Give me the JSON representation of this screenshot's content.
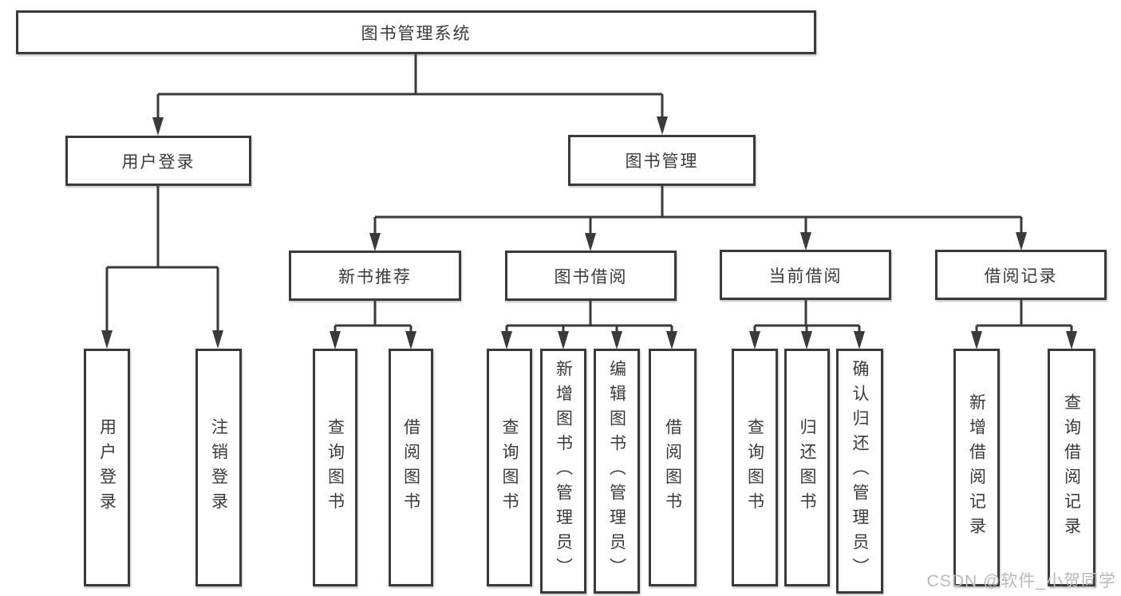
{
  "tree": {
    "label": "图书管理系统",
    "children": [
      {
        "label": "用户登录",
        "children": [
          {
            "label": "用户登录"
          },
          {
            "label": "注销登录"
          }
        ]
      },
      {
        "label": "图书管理",
        "children": [
          {
            "label": "新书推荐",
            "children": [
              {
                "label": "查询图书"
              },
              {
                "label": "借阅图书"
              }
            ]
          },
          {
            "label": "图书借阅",
            "children": [
              {
                "label": "查询图书"
              },
              {
                "label": "新增图书（管理员）"
              },
              {
                "label": "编辑图书（管理员）"
              },
              {
                "label": "借阅图书"
              }
            ]
          },
          {
            "label": "当前借阅",
            "children": [
              {
                "label": "查询图书"
              },
              {
                "label": "归还图书"
              },
              {
                "label": "确认归还（管理员）"
              }
            ]
          },
          {
            "label": "借阅记录",
            "children": [
              {
                "label": "新增借阅记录"
              },
              {
                "label": "查询借阅记录"
              }
            ]
          }
        ]
      }
    ]
  },
  "colors": {
    "line": "#3a3a3a",
    "text": "#3a3a3a",
    "watermark": "#b9b9b9",
    "background": "#ffffff"
  },
  "watermark": "CSDN @软件_小贺同学"
}
